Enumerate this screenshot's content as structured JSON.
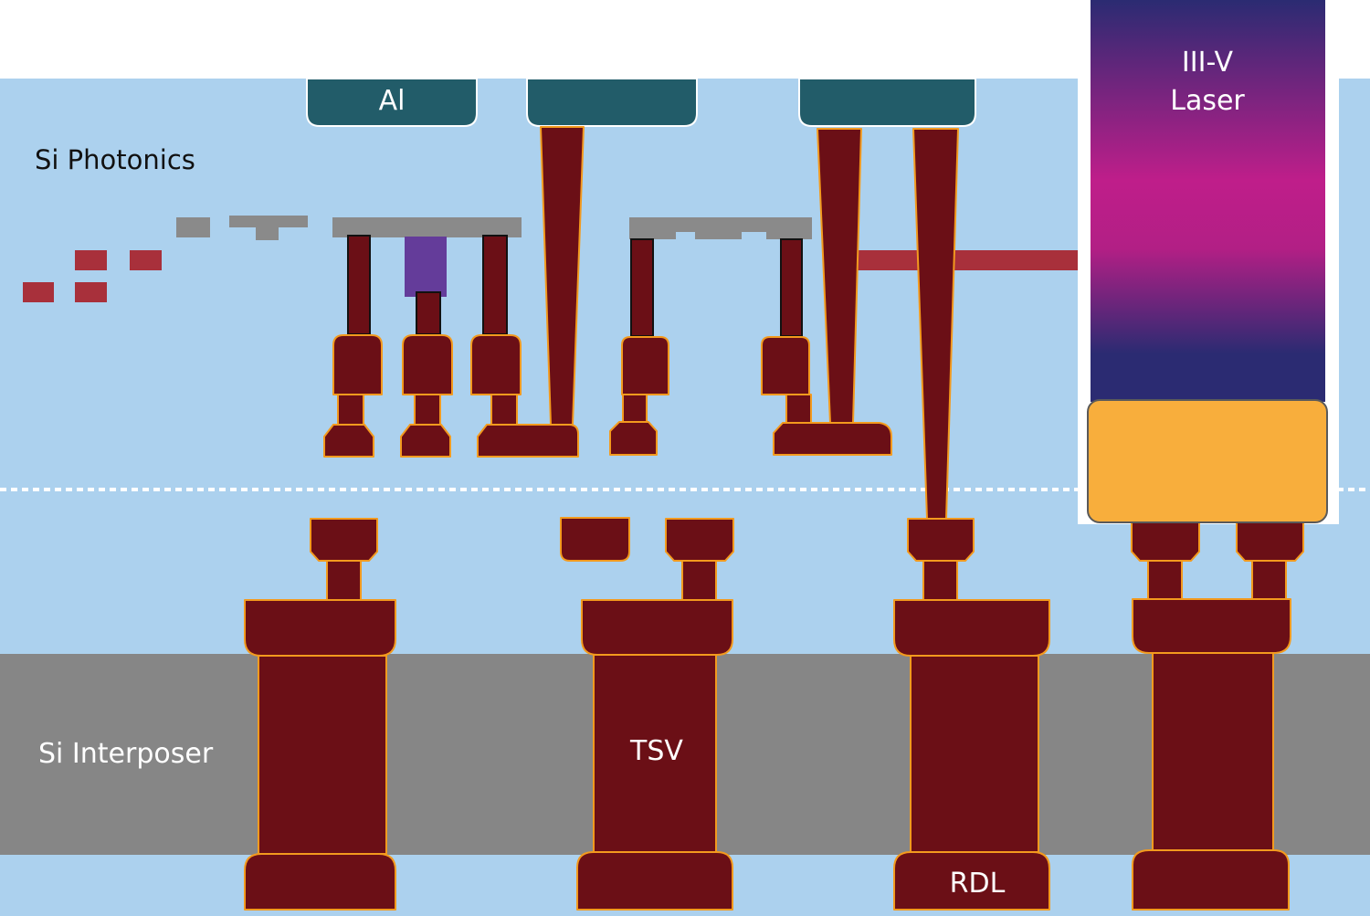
{
  "labels": {
    "si_photonics": "Si Photonics",
    "al": "Al",
    "laser_line1": "III-V",
    "laser_line2": "Laser",
    "si_interposer": "Si Interposer",
    "tsv": "TSV",
    "rdl": "RDL"
  },
  "colors": {
    "background_blue": "#acd1ee",
    "interposer_gray": "#868686",
    "metal_fill": "#6b0f16",
    "metal_edge": "#f39a1e",
    "al_pad": "#225c69",
    "waveguide_gray": "#8a8a8a",
    "waveguide_red": "#a8303b",
    "heater_purple": "#643c9a",
    "laser_top": "#2b2b72",
    "laser_mid": "#bf1e8a",
    "solder_bump": "#f8ae3c",
    "white": "#ffffff"
  }
}
